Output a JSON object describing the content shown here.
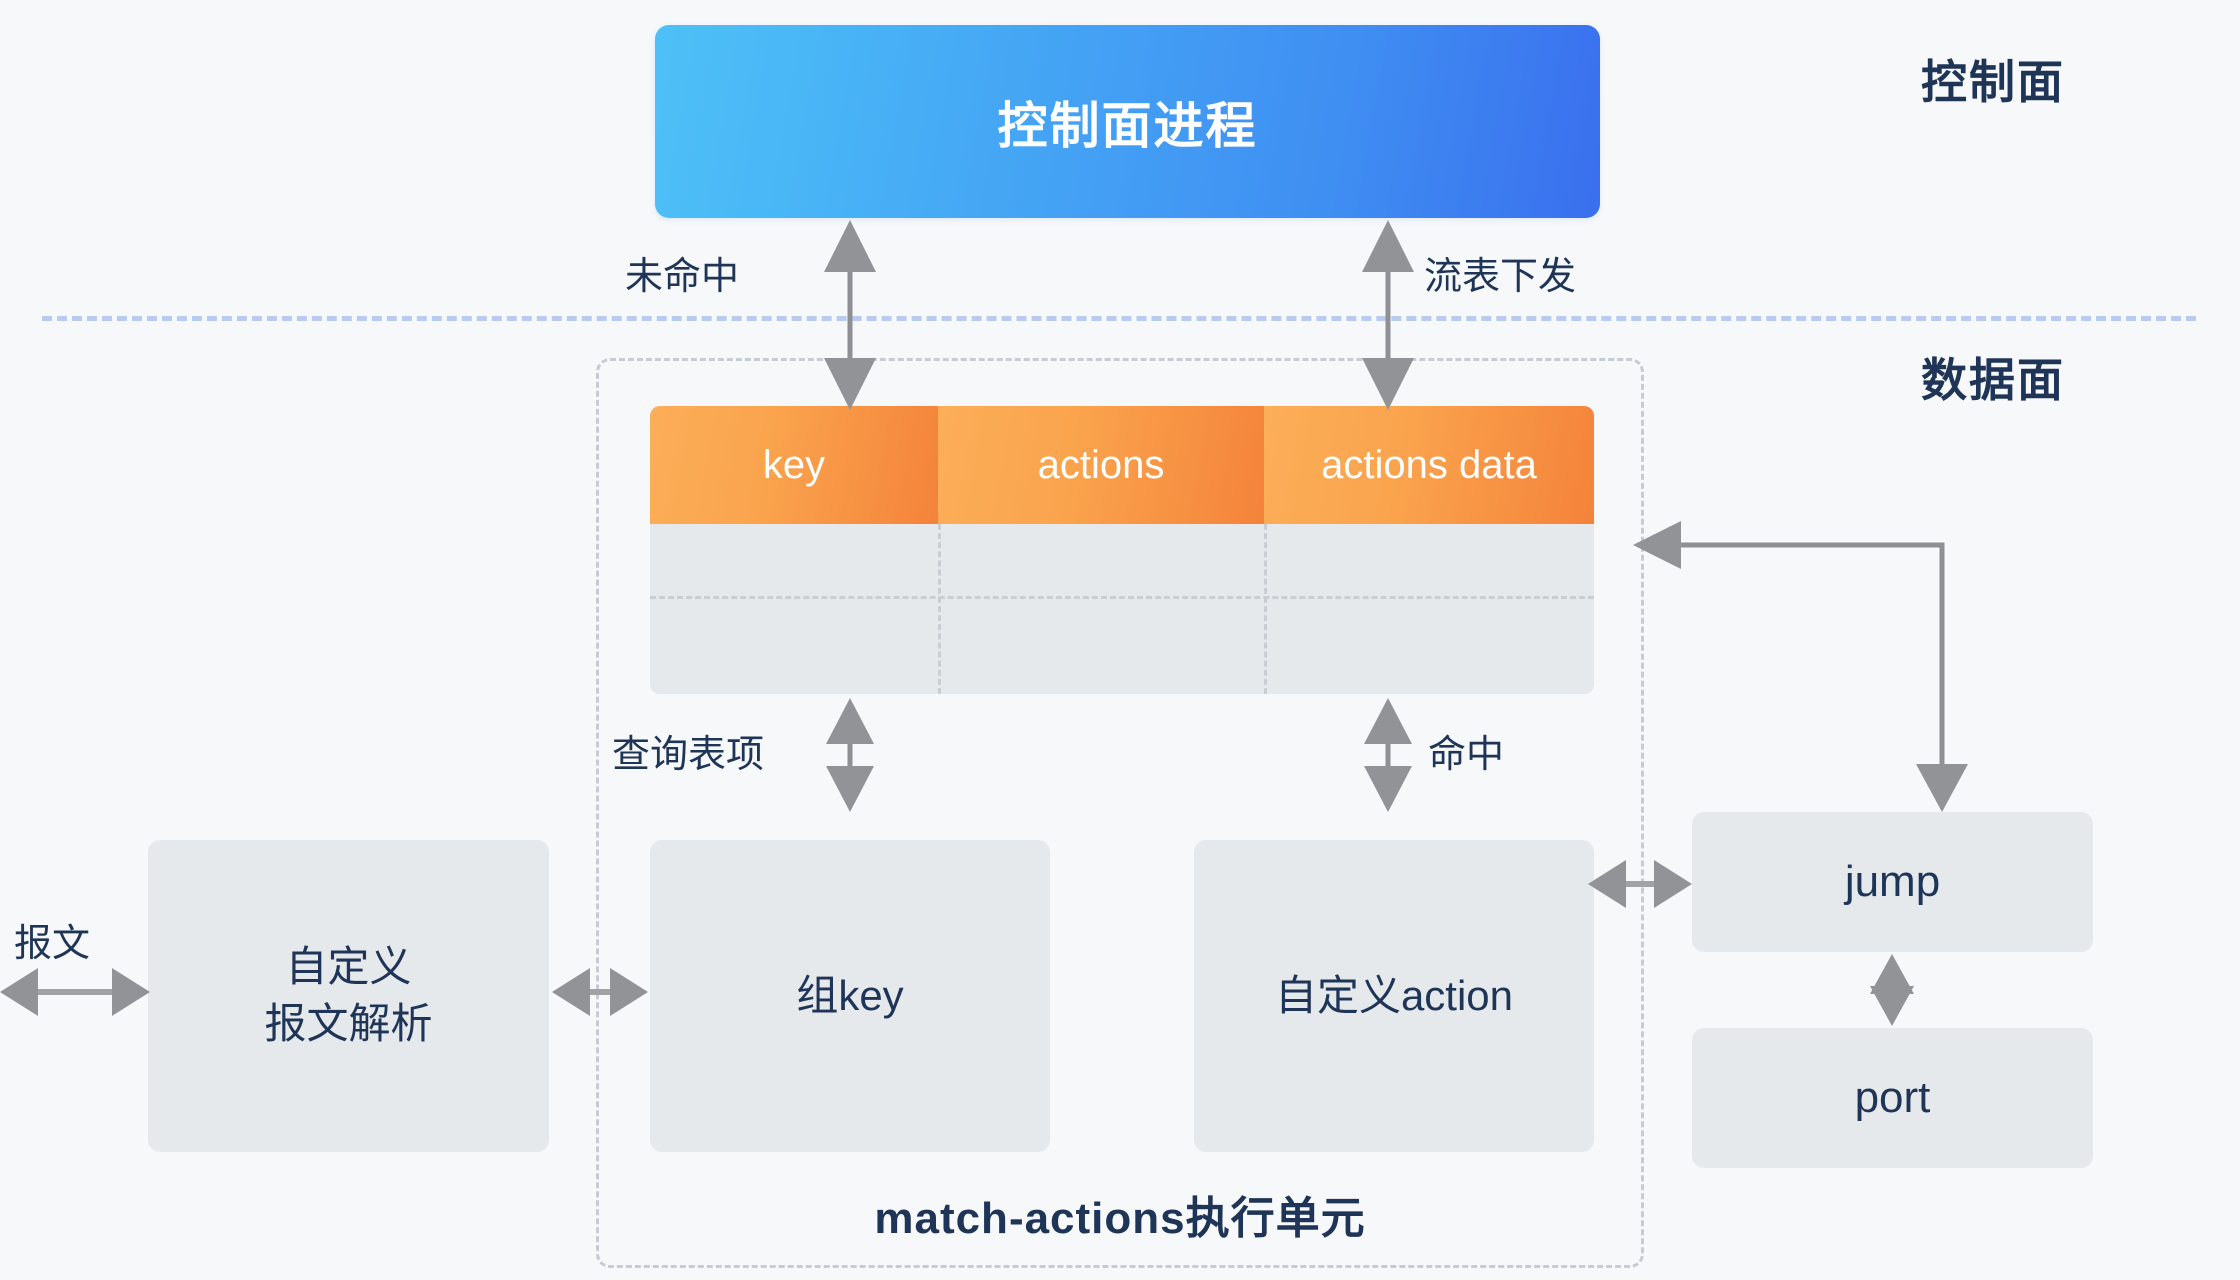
{
  "planes": {
    "control_label": "控制面",
    "data_label": "数据面"
  },
  "control_process": {
    "label": "控制面进程"
  },
  "flow_table": {
    "columns": [
      "key",
      "actions",
      "actions data"
    ],
    "rows": [
      [
        "",
        "",
        ""
      ],
      [
        "",
        "",
        ""
      ]
    ]
  },
  "unit": {
    "caption": "match-actions执行单元"
  },
  "boxes": {
    "parse": "自定义\n报文解析",
    "parse_line1": "自定义",
    "parse_line2": "报文解析",
    "group_key": "组key",
    "custom_action": "自定义action",
    "jump": "jump",
    "port": "port"
  },
  "edges": {
    "miss": "未命中",
    "flow_install": "流表下发",
    "query_entry": "查询表项",
    "hit": "命中",
    "packet": "报文"
  },
  "colors": {
    "background": "#f6f8fa",
    "control_gradient_start": "#4fc0f7",
    "control_gradient_end": "#3a6fee",
    "table_header_gradient_start": "#fcae58",
    "table_header_gradient_end": "#f4833a",
    "box_gray": "#e6e9ec",
    "text_navy": "#1f3557",
    "divider_blue": "#a7bdf0",
    "dashed_gray": "#c7ccd4",
    "arrow_gray": "#8e9094"
  }
}
